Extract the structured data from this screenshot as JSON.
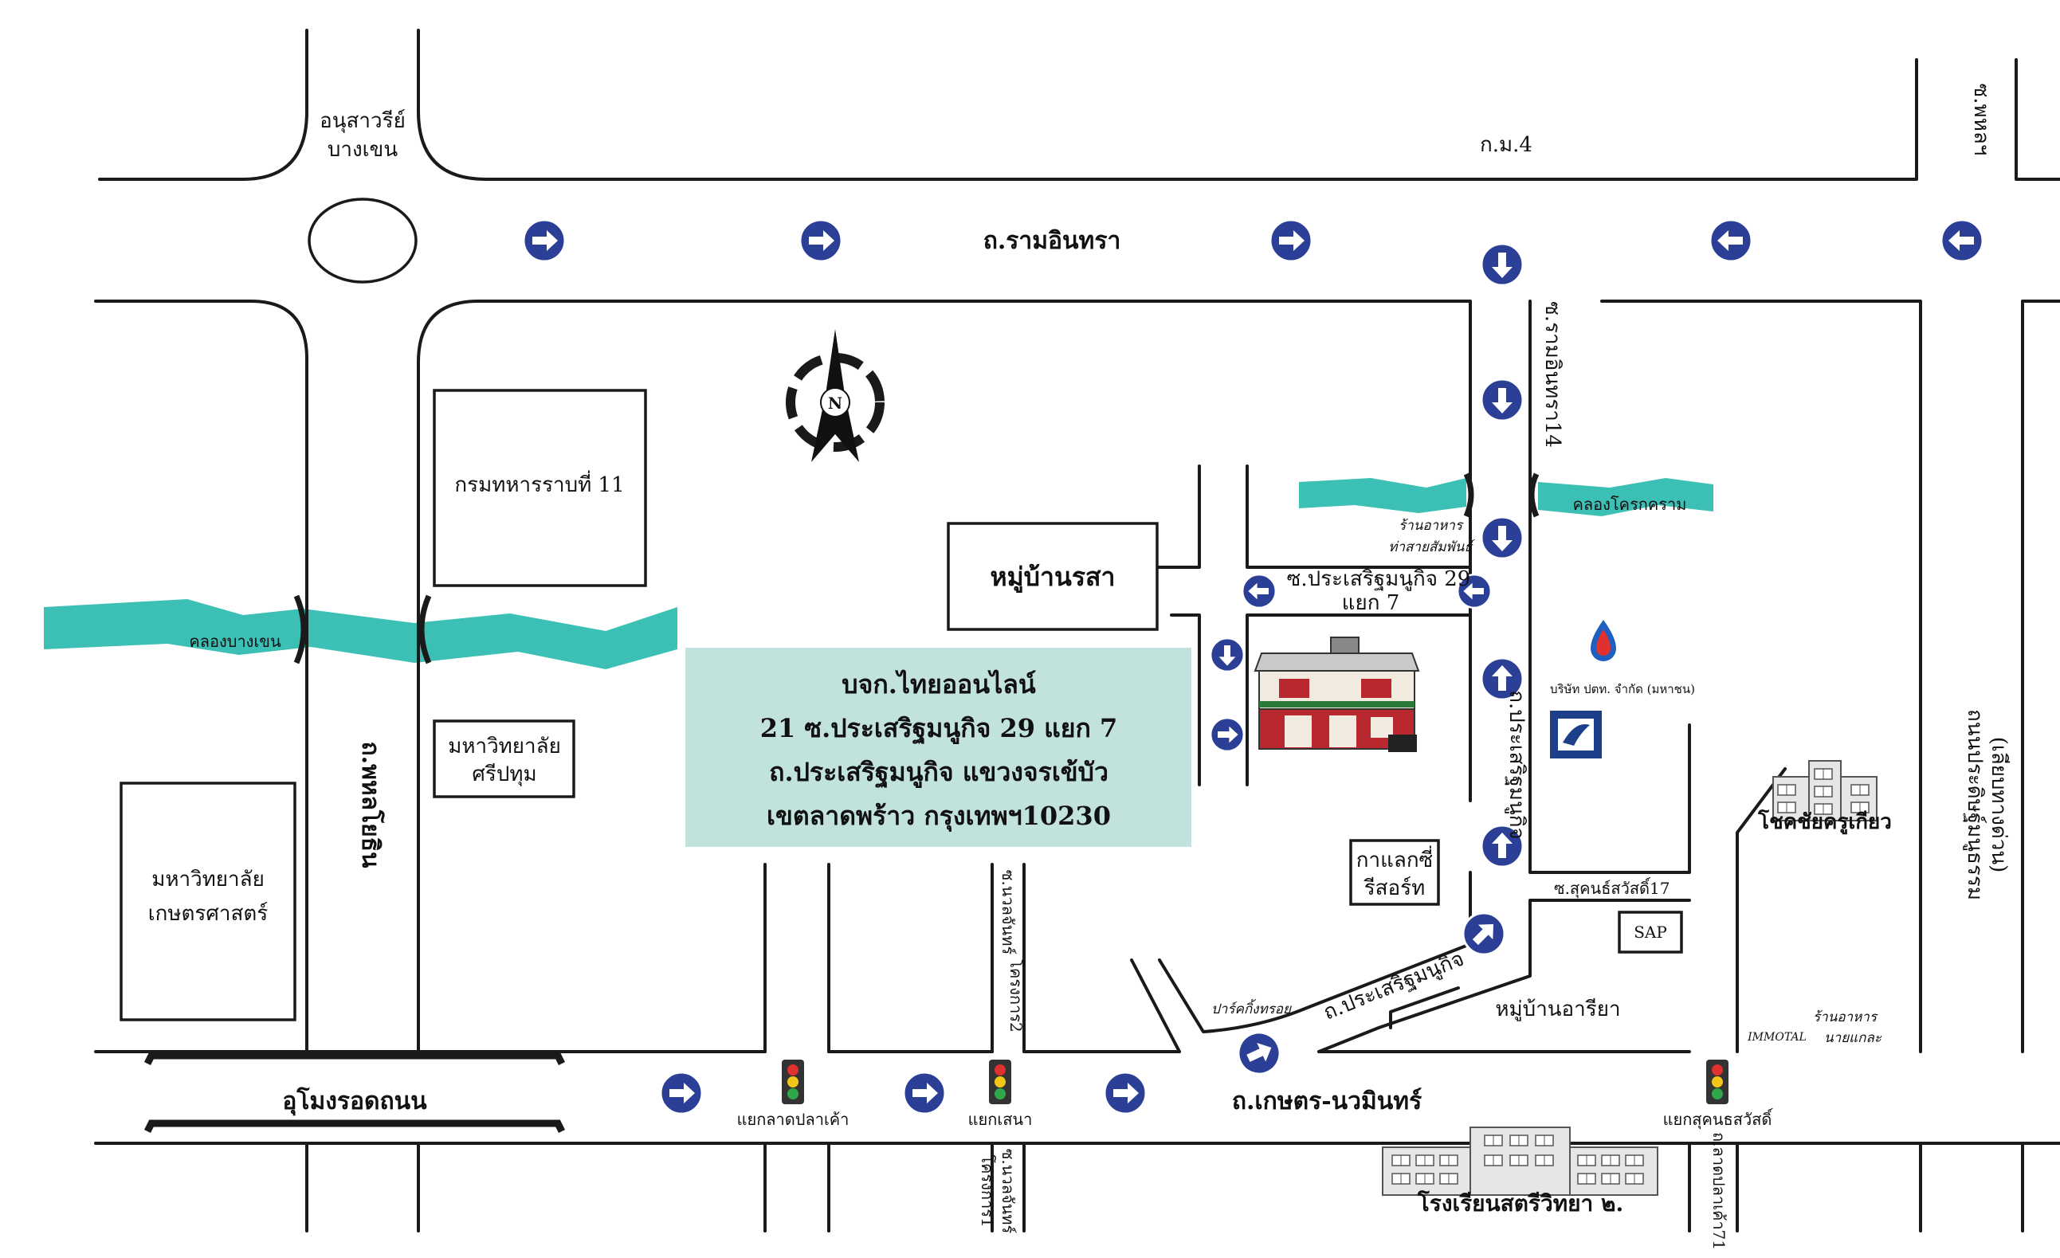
{
  "colors": {
    "canal": "#3cbfb5",
    "road_line": "#1a1a1a",
    "arrow_sign": "#2b3f96",
    "company_box": "#c2e3dd",
    "building_red": "#b8282e"
  },
  "company_box": {
    "line1": "บจก.ไทยออนไลน์",
    "line2": "21 ซ.ประเสริฐมนูกิจ 29 แยก 7",
    "line3": "ถ.ประเสริฐมนูกิจ  แขวงจรเข้บัว",
    "line4": "เขตลาดพร้าว กรุงเทพฯ10230"
  },
  "compass": {
    "label": "N"
  },
  "roads": {
    "monument_l1": "อนุสาวรีย์",
    "monument_l2": "บางเขน",
    "km4": "ก.ม.4",
    "ramintra": "ถ.รามอินทรา",
    "soi_ramintra14": "ซ.รามอินทรา14",
    "phahon": "ถ.พหลโยธิน",
    "prasert_main": "ถ.ประเสริฐมนูกิจ",
    "prasert_lower": "ถ.ประเสริฐมนูกิจ",
    "soi29_l1": "ซ.ประเสริฐมนูกิจ 29",
    "soi29_l2": "แยก 7",
    "kaset_nawamin": "ถ.เกษตร-นวมินทร์",
    "flyover": "อุโมงรอดถนน",
    "sukonthasawat17": "ซ.สุคนธ์สวัสดิ์17",
    "lat_pla_khao_71": "ถ.ลาดปลาเค้า71",
    "nuanchan_top": "ซ.นวลจันทร์",
    "nuanchan_sub": "โครงการ2",
    "nuanchan_bottom": "ซ.นวลจันทร์",
    "nuanchan_bottom_sub": "โครงการ1",
    "soi_right_top": "ซ.พหลฯ",
    "right_vertical_l1": "ถนนประดิษฐ์มนูธรรม",
    "right_vertical_l2": "(เลียบทางด่วน)"
  },
  "canals": {
    "left": "คลองบางเขน",
    "right": "คลองโครกคราม"
  },
  "places": {
    "army": "กรมทหารราบที่ 11",
    "sripatum_l1": "มหาวิทยาลัย",
    "sripatum_l2": "ศรีปทุม",
    "kaset_l1": "มหาวิทยาลัย",
    "kaset_l2": "เกษตรศาสตร์",
    "village_rasa": "หมู่บ้านรสา",
    "restaurant_top_l1": "ร้านอาหาร",
    "restaurant_top_l2": "ท่าสายสัมพันธ์",
    "galaxy_l1": "กาแลกซี่",
    "galaxy_l2": "รีสอร์ท",
    "ptt_label": "บริษัท ปตท. จำกัด (มหาชน)",
    "chokchai": "โชคชัยครูเกียว",
    "sap": "SAP",
    "park": "ปาร์คกิ้งทรอย",
    "village_area": "หมู่บ้านอารียา",
    "restaurant_bottom_l1": "ร้านอาหาร",
    "restaurant_bottom_l2": "IMMOTAL",
    "restaurant_bottom_l3": "นายแกละ",
    "school": "โรงเรียนสตรีวิทยา ๒."
  },
  "intersections": {
    "lat_pla_khao": "แยกลาดปลาเค้า",
    "sena": "แยกเสนา",
    "sukonthasawat": "แยกสุคนธสวัสดิ์"
  },
  "icons": {
    "arrow": "direction-arrow-icon",
    "traffic_light": "traffic-light-icon",
    "compass": "compass-icon",
    "building": "office-building-icon",
    "ptt": "ptt-logo-icon"
  }
}
